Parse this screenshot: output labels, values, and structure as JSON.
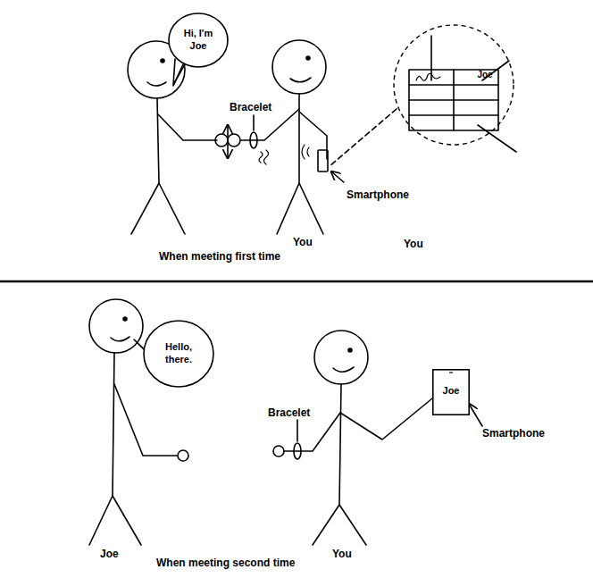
{
  "diagram": {
    "nodes": [
      {
        "text": [
          "Hi, I'm Joe"
        ]
      },
      {
        "text": [
          "Joe"
        ]
      },
      {
        "text": [
          "Hello, there."
        ]
      },
      {
        "text": [
          "Joe"
        ]
      }
    ],
    "labels": [
      "Bracelet",
      "Smartphone",
      "You",
      "You",
      "When meeting first time",
      "Bracelet",
      "Smartphone",
      "Joe",
      "You",
      "When meeting second time"
    ]
  }
}
